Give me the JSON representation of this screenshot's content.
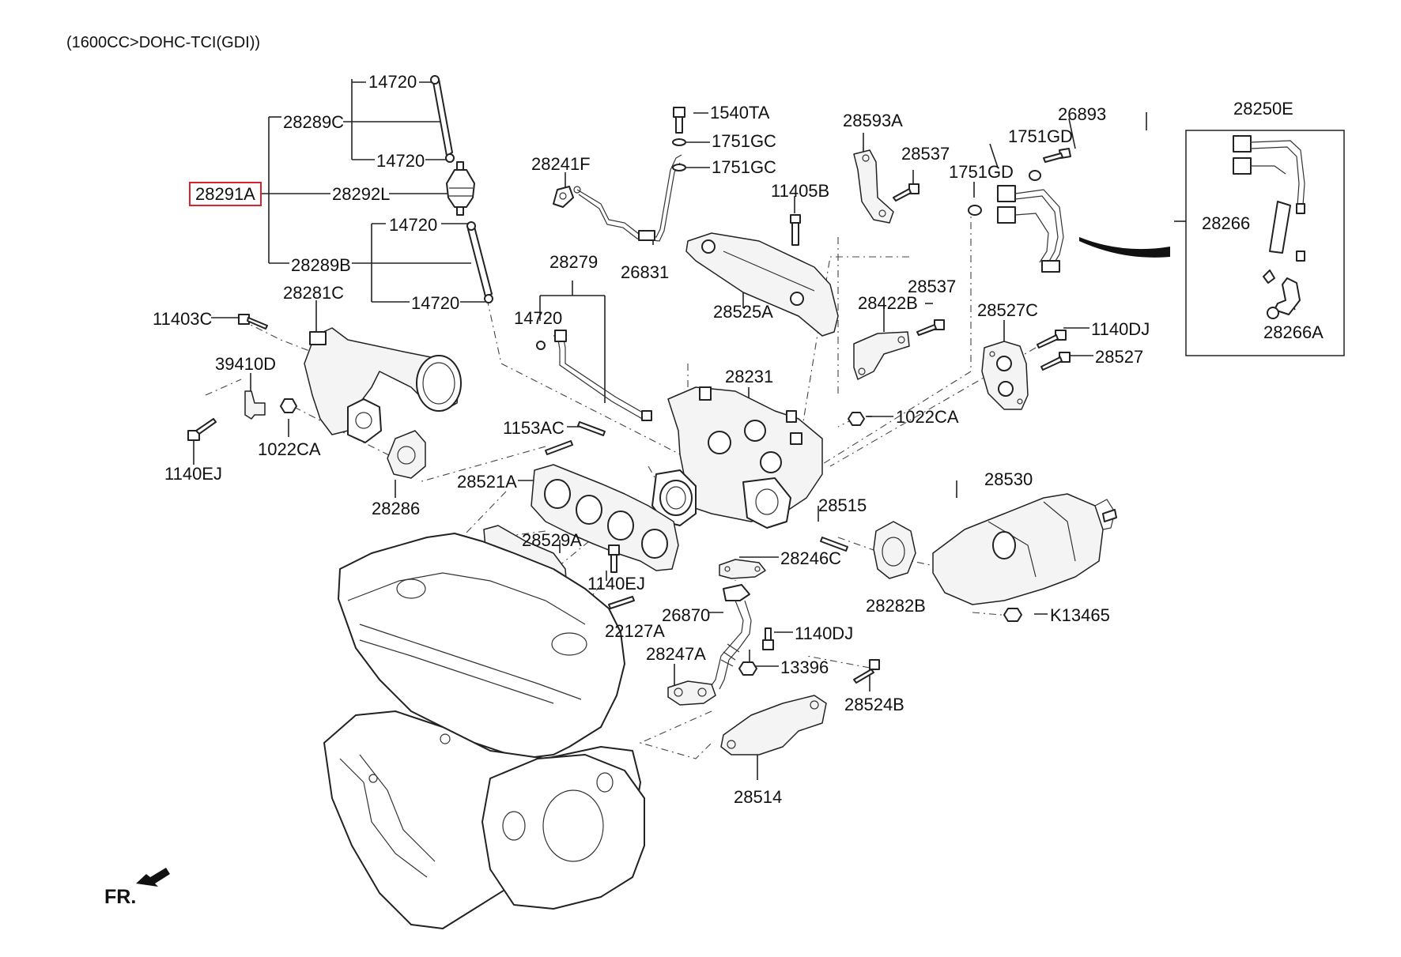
{
  "header": {
    "variant": "(1600CC>DOHC-TCI(GDI))"
  },
  "orientation": {
    "label": "FR."
  },
  "highlighted_part": "28291A",
  "parts": {
    "p14720_a": "14720",
    "p28289C": "28289C",
    "p14720_b": "14720",
    "p28291A": "28291A",
    "p28292L": "28292L",
    "p14720_c": "14720",
    "p28289B": "28289B",
    "p14720_d": "14720",
    "p1540TA": "1540TA",
    "p1751GC_a": "1751GC",
    "p1751GC_b": "1751GC",
    "p28241F": "28241F",
    "p26831": "26831",
    "p28593A": "28593A",
    "p28537_a": "28537",
    "p26893": "26893",
    "p1751GD_a": "1751GD",
    "p1751GD_b": "1751GD",
    "p11405B": "11405B",
    "p28250E": "28250E",
    "p28266": "28266",
    "p28266A": "28266A",
    "p28279": "28279",
    "p14720_e": "14720",
    "p28525A": "28525A",
    "p28422B": "28422B",
    "p28537_b": "28537",
    "p28527C": "28527C",
    "p1140DJ_a": "1140DJ",
    "p28527": "28527",
    "p28281C": "28281C",
    "p11403C": "11403C",
    "p39410D": "39410D",
    "p1140EJ_a": "1140EJ",
    "p1022CA_a": "1022CA",
    "p28231": "28231",
    "p1022CA_b": "1022CA",
    "p1153AC": "1153AC",
    "p28521A": "28521A",
    "p28286": "28286",
    "p28530": "28530",
    "p28515": "28515",
    "p28529A": "28529A",
    "p28246C": "28246C",
    "p1140EJ_b": "1140EJ",
    "p28282B": "28282B",
    "p26870": "26870",
    "pK13465": "K13465",
    "p22127A": "22127A",
    "p1140DJ_b": "1140DJ",
    "p28247A": "28247A",
    "p13396": "13396",
    "p28524B": "28524B",
    "p28514": "28514"
  }
}
